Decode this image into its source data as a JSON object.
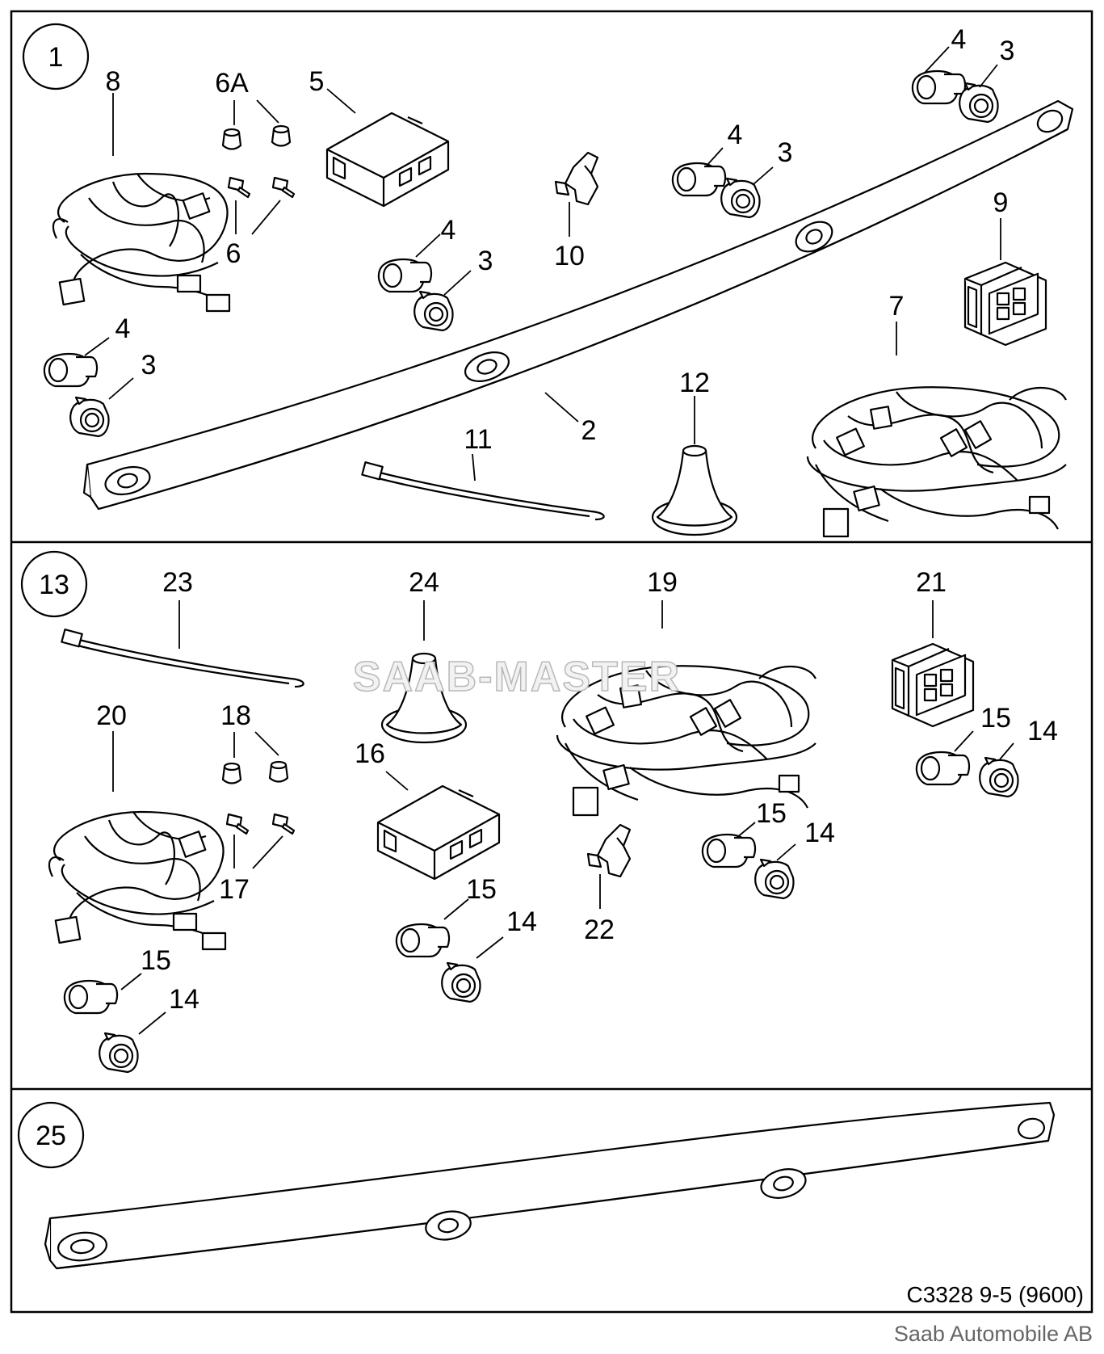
{
  "diagram": {
    "ref_code": "C3328 9-5 (9600)",
    "copyright": "Saab Automobile AB",
    "watermark": "SAAB-MASTER",
    "panels": [
      {
        "id": "1",
        "labels": [
          "8",
          "6A",
          "5",
          "4",
          "3",
          "4",
          "3",
          "10",
          "6",
          "4",
          "3",
          "4",
          "3",
          "9",
          "7",
          "2",
          "11",
          "12"
        ]
      },
      {
        "id": "13",
        "labels": [
          "23",
          "24",
          "19",
          "21",
          "20",
          "18",
          "16",
          "15",
          "14",
          "17",
          "15",
          "14",
          "22",
          "15",
          "14",
          "15",
          "14"
        ]
      },
      {
        "id": "25",
        "labels": []
      }
    ]
  }
}
